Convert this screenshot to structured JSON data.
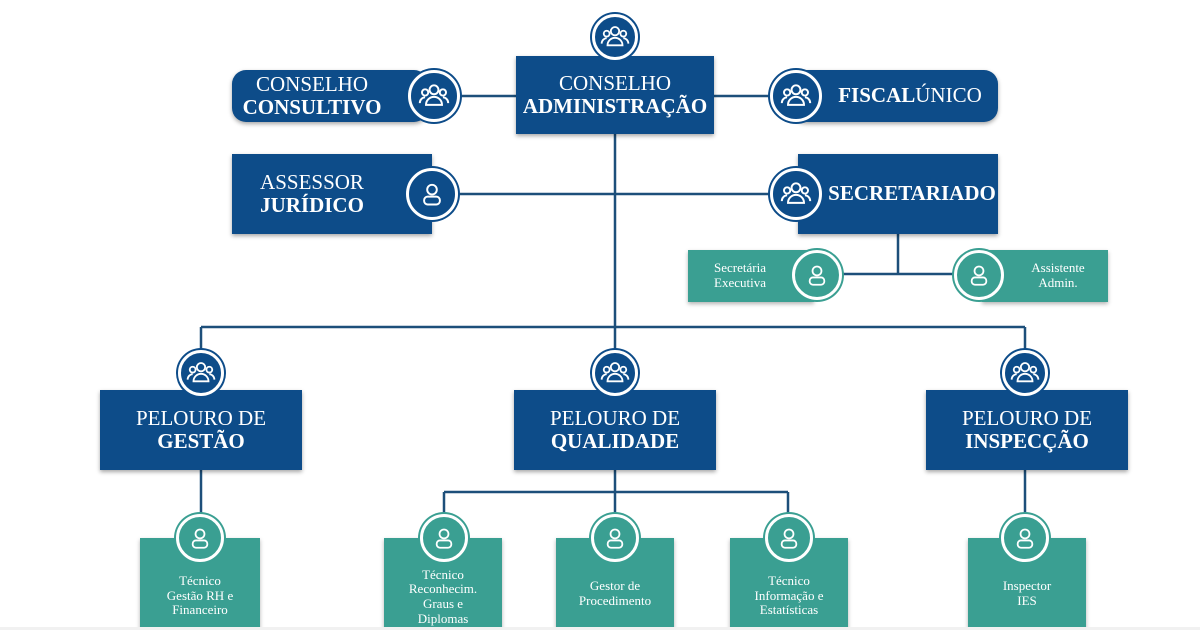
{
  "colors": {
    "navy": "#0d4c89",
    "teal": "#3a9f92",
    "connector": "#1d4f7a"
  },
  "nodes": {
    "conselho_administracao": {
      "line1": "CONSELHO",
      "line2": "ADMINISTRAÇÃO",
      "icon": "group-icon"
    },
    "conselho_consultivo": {
      "line1": "CONSELHO",
      "line2": "CONSULTIVO",
      "icon": "group-icon"
    },
    "fiscal_unico": {
      "prefix": "FISCAL",
      "suffix": "ÚNICO",
      "icon": "group-icon"
    },
    "assessor_juridico": {
      "line1": "ASSESSOR",
      "line2": "JURÍDICO",
      "icon": "person-icon"
    },
    "secretariado": {
      "label": "SECRETARIADO",
      "icon": "group-icon"
    },
    "secretaria_executiva": {
      "line1": "Secretária",
      "line2": "Executiva",
      "icon": "person-icon"
    },
    "assistente_admin": {
      "line1": "Assistente",
      "line2": "Admin.",
      "icon": "person-icon"
    },
    "pelouro_gestao": {
      "line1": "PELOURO DE",
      "line2": "GESTÃO",
      "icon": "group-icon"
    },
    "pelouro_qualidade": {
      "line1": "PELOURO DE",
      "line2": "QUALIDADE",
      "icon": "group-icon"
    },
    "pelouro_inspeccao": {
      "line1": "PELOURO DE",
      "line2": "INSPECÇÃO",
      "icon": "group-icon"
    },
    "tecnico_rh": {
      "lines": [
        "Técnico",
        "Gestão RH e",
        "Financeiro"
      ],
      "icon": "person-icon"
    },
    "tecnico_reconhecim": {
      "lines": [
        "Técnico",
        "Reconhecim.",
        "Graus e",
        "Diplomas"
      ],
      "icon": "person-icon"
    },
    "gestor_procedimento": {
      "lines": [
        "Gestor de",
        "Procedimento"
      ],
      "icon": "person-icon"
    },
    "tecnico_informacao": {
      "lines": [
        "Técnico",
        "Informação e",
        "Estatísticas"
      ],
      "icon": "person-icon"
    },
    "inspector_ies": {
      "lines": [
        "Inspector",
        "IES"
      ],
      "icon": "person-icon"
    }
  }
}
